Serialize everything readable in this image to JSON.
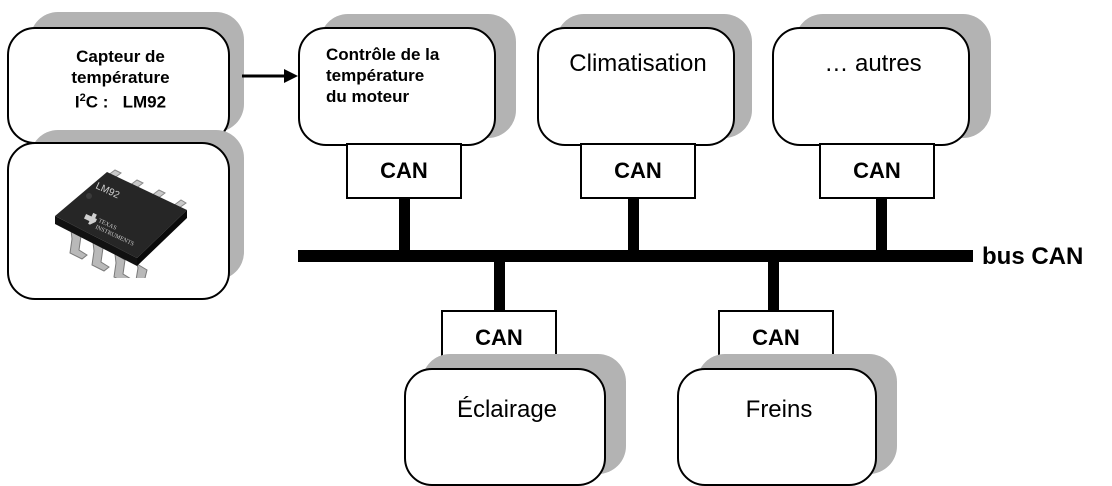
{
  "sensor": {
    "line1": "Capteur de",
    "line2": "température",
    "line3_prefix": "I",
    "line3_sup": "2",
    "line3_suffix": "C :   LM92"
  },
  "chip": {
    "marking": "LM92",
    "brand_line1": "TEXAS",
    "brand_line2": "INSTRUMENTS"
  },
  "nodes": {
    "engine_temp": {
      "line1": "Contrôle de la",
      "line2": "température",
      "line3": "du moteur"
    },
    "climatisation": "Climatisation",
    "others": "… autres",
    "eclairage": "Éclairage",
    "freins": "Freins"
  },
  "can": {
    "label": "CAN"
  },
  "bus": {
    "label": "bus CAN"
  },
  "colors": {
    "shadow": "#b3b3b3",
    "line": "#000000",
    "background": "#ffffff"
  }
}
